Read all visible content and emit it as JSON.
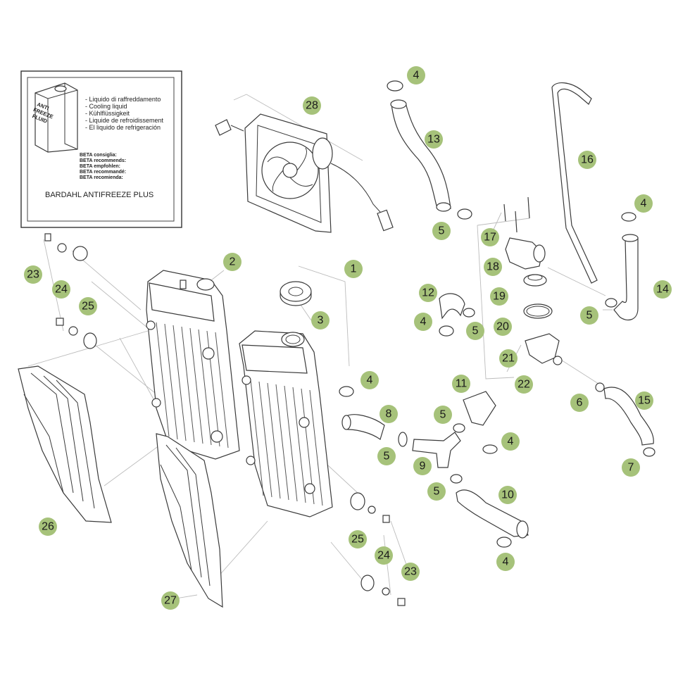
{
  "legend": {
    "jug_label_line1": "ANTI",
    "jug_label_line2": "FREEZE",
    "jug_label_line3": "FLUID",
    "fluid_names": [
      "- Liquido di raffreddamento",
      "- Cooling liquid",
      "- Kühlflüssigkeit",
      "- Liquide de refroidissement",
      "- El liquido de refrigeración"
    ],
    "recommends": [
      "BETA consiglia:",
      "BETA recommends:",
      "BETA empfohlen:",
      "BETA recommandé:",
      "BETA recomienda:"
    ],
    "product": "BARDAHL ANTIFREEZE PLUS"
  },
  "callouts": [
    {
      "id": "c1",
      "label": "1"
    },
    {
      "id": "c2",
      "label": "2"
    },
    {
      "id": "c3",
      "label": "3"
    },
    {
      "id": "c4a",
      "label": "4"
    },
    {
      "id": "c4b",
      "label": "4"
    },
    {
      "id": "c4c",
      "label": "4"
    },
    {
      "id": "c4d",
      "label": "4"
    },
    {
      "id": "c4e",
      "label": "4"
    },
    {
      "id": "c4f",
      "label": "4"
    },
    {
      "id": "c5a",
      "label": "5"
    },
    {
      "id": "c5b",
      "label": "5"
    },
    {
      "id": "c5c",
      "label": "5"
    },
    {
      "id": "c5d",
      "label": "5"
    },
    {
      "id": "c5e",
      "label": "5"
    },
    {
      "id": "c5f",
      "label": "5"
    },
    {
      "id": "c6",
      "label": "6"
    },
    {
      "id": "c7",
      "label": "7"
    },
    {
      "id": "c8",
      "label": "8"
    },
    {
      "id": "c9",
      "label": "9"
    },
    {
      "id": "c10",
      "label": "10"
    },
    {
      "id": "c11",
      "label": "11"
    },
    {
      "id": "c12",
      "label": "12"
    },
    {
      "id": "c13",
      "label": "13"
    },
    {
      "id": "c14",
      "label": "14"
    },
    {
      "id": "c15",
      "label": "15"
    },
    {
      "id": "c16",
      "label": "16"
    },
    {
      "id": "c17",
      "label": "17"
    },
    {
      "id": "c18",
      "label": "18"
    },
    {
      "id": "c19",
      "label": "19"
    },
    {
      "id": "c20",
      "label": "20"
    },
    {
      "id": "c21",
      "label": "21"
    },
    {
      "id": "c22",
      "label": "22"
    },
    {
      "id": "c23a",
      "label": "23"
    },
    {
      "id": "c23b",
      "label": "23"
    },
    {
      "id": "c24a",
      "label": "24"
    },
    {
      "id": "c24b",
      "label": "24"
    },
    {
      "id": "c25a",
      "label": "25"
    },
    {
      "id": "c25b",
      "label": "25"
    },
    {
      "id": "c26",
      "label": "26"
    },
    {
      "id": "c27",
      "label": "27"
    },
    {
      "id": "c28",
      "label": "28"
    }
  ],
  "colors": {
    "callout_fill": "#a6c27a",
    "line": "#3a3a3a",
    "leader": "#bcbcbc"
  }
}
